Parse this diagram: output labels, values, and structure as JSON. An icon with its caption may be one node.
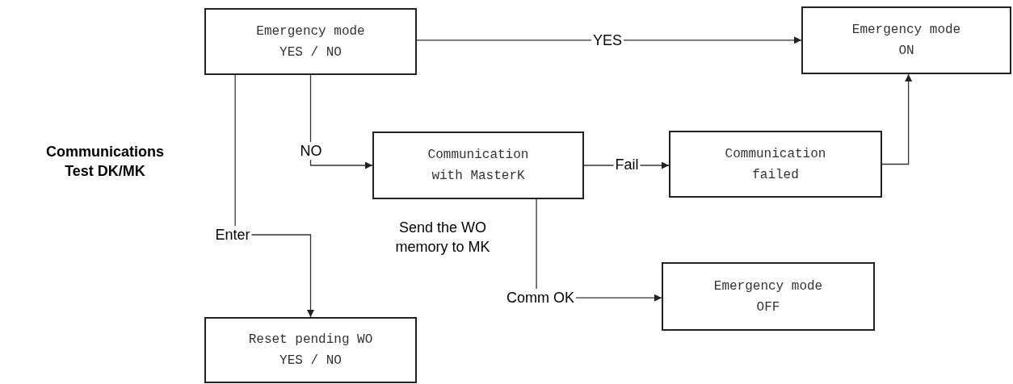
{
  "diagram": {
    "nodes": [
      {
        "text": [
          "Emergency mode YES / NO"
        ]
      },
      {
        "text": [
          "Emergency mode ON"
        ]
      },
      {
        "text": [
          "Communication with MasterK"
        ]
      },
      {
        "text": [
          "Communication failed"
        ]
      },
      {
        "text": [
          "Emergency mode OFF"
        ]
      },
      {
        "text": [
          "Reset pending WO YES / NO"
        ]
      }
    ],
    "edges": [
      {
        "from": 0,
        "to": 1,
        "arrow": "to",
        "label": "YES"
      },
      {
        "from": 0,
        "to": 2,
        "arrow": "to",
        "label": "NO"
      },
      {
        "from": 0,
        "to": 5,
        "arrow": "to",
        "label": "Enter"
      },
      {
        "from": 2,
        "to": 3,
        "arrow": "to",
        "label": "Fail"
      },
      {
        "from": 3,
        "to": 1,
        "arrow": "to"
      },
      {
        "from": 2,
        "to": 4,
        "arrow": "to",
        "label": "Comm OK"
      }
    ],
    "labels": [
      "Communications Test DK/MK",
      "Send the WO memory to MK"
    ]
  }
}
